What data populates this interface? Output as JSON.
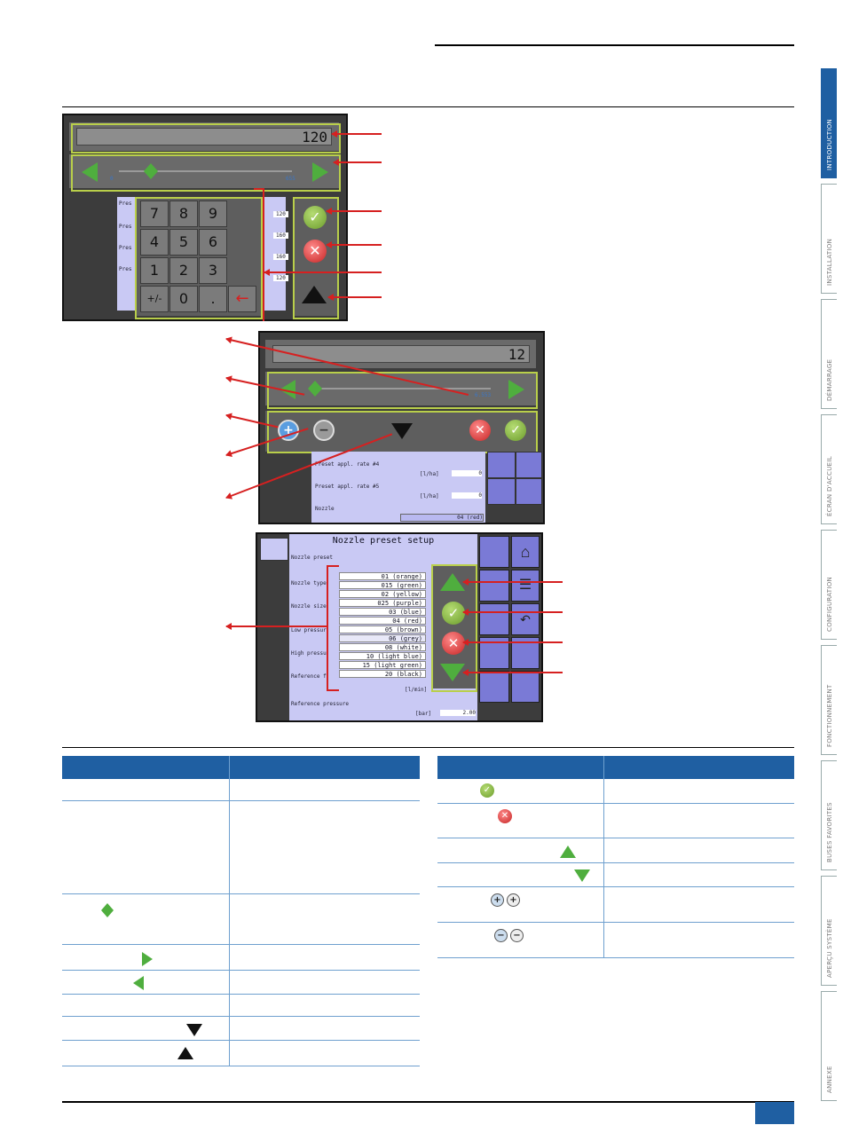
{
  "side_tabs": [
    "INTRODUCTION",
    "INSTALLATION",
    "DÉMARRAGE",
    "ÉCRAN D'ACCUEIL",
    "CONFIGURATION",
    "FONCTIONNEMENT",
    "BUSES FAVORITES",
    "APERÇU SYSTÈME",
    "ANNEXE"
  ],
  "screen1": {
    "value": "120",
    "slider_min": "0",
    "slider_max": "655",
    "keys": [
      "7",
      "8",
      "9",
      "4",
      "5",
      "6",
      "1",
      "2",
      "3",
      "+/-",
      "0",
      "."
    ],
    "list_labels": [
      "Pres",
      "Pres",
      "Pres",
      "Pres"
    ],
    "list_values": [
      "120",
      "160",
      "160",
      "120"
    ]
  },
  "screen2": {
    "value": "12",
    "slider_max": "6.553",
    "rows": [
      {
        "label": "Preset appl. rate #4",
        "unit": "[l/ha]",
        "value": "0"
      },
      {
        "label": "Preset appl. rate #5",
        "unit": "[l/ha]",
        "value": "0"
      }
    ],
    "nozzle_label": "Nozzle",
    "nozzle_value": "04 (red)"
  },
  "screen3": {
    "title": "Nozzle preset setup",
    "left_labels": [
      "Nozzle preset",
      "Nozzle type",
      "Nozzle size",
      "Low pressur",
      "High pressu",
      "Reference f"
    ],
    "nozzle_options": [
      "01 (orange)",
      "015 (green)",
      "02 (yellow)",
      "025 (purple)",
      "03 (blue)",
      "04 (red)",
      "05 (brown)",
      "06 (grey)",
      "08 (white)",
      "10 (light blue)",
      "15 (light green)",
      "20 (black)"
    ],
    "ref_pressure_label": "Reference pressure",
    "ref_pressure_unit": "[bar]",
    "ref_pressure_value": "2.00",
    "lmin_unit": "[l/min]"
  },
  "colors": {
    "accent": "#1f5fa2",
    "highlight": "#b9cf4a",
    "callout": "#d62020",
    "ok": "#6c9c2c",
    "cancel": "#c62424"
  }
}
